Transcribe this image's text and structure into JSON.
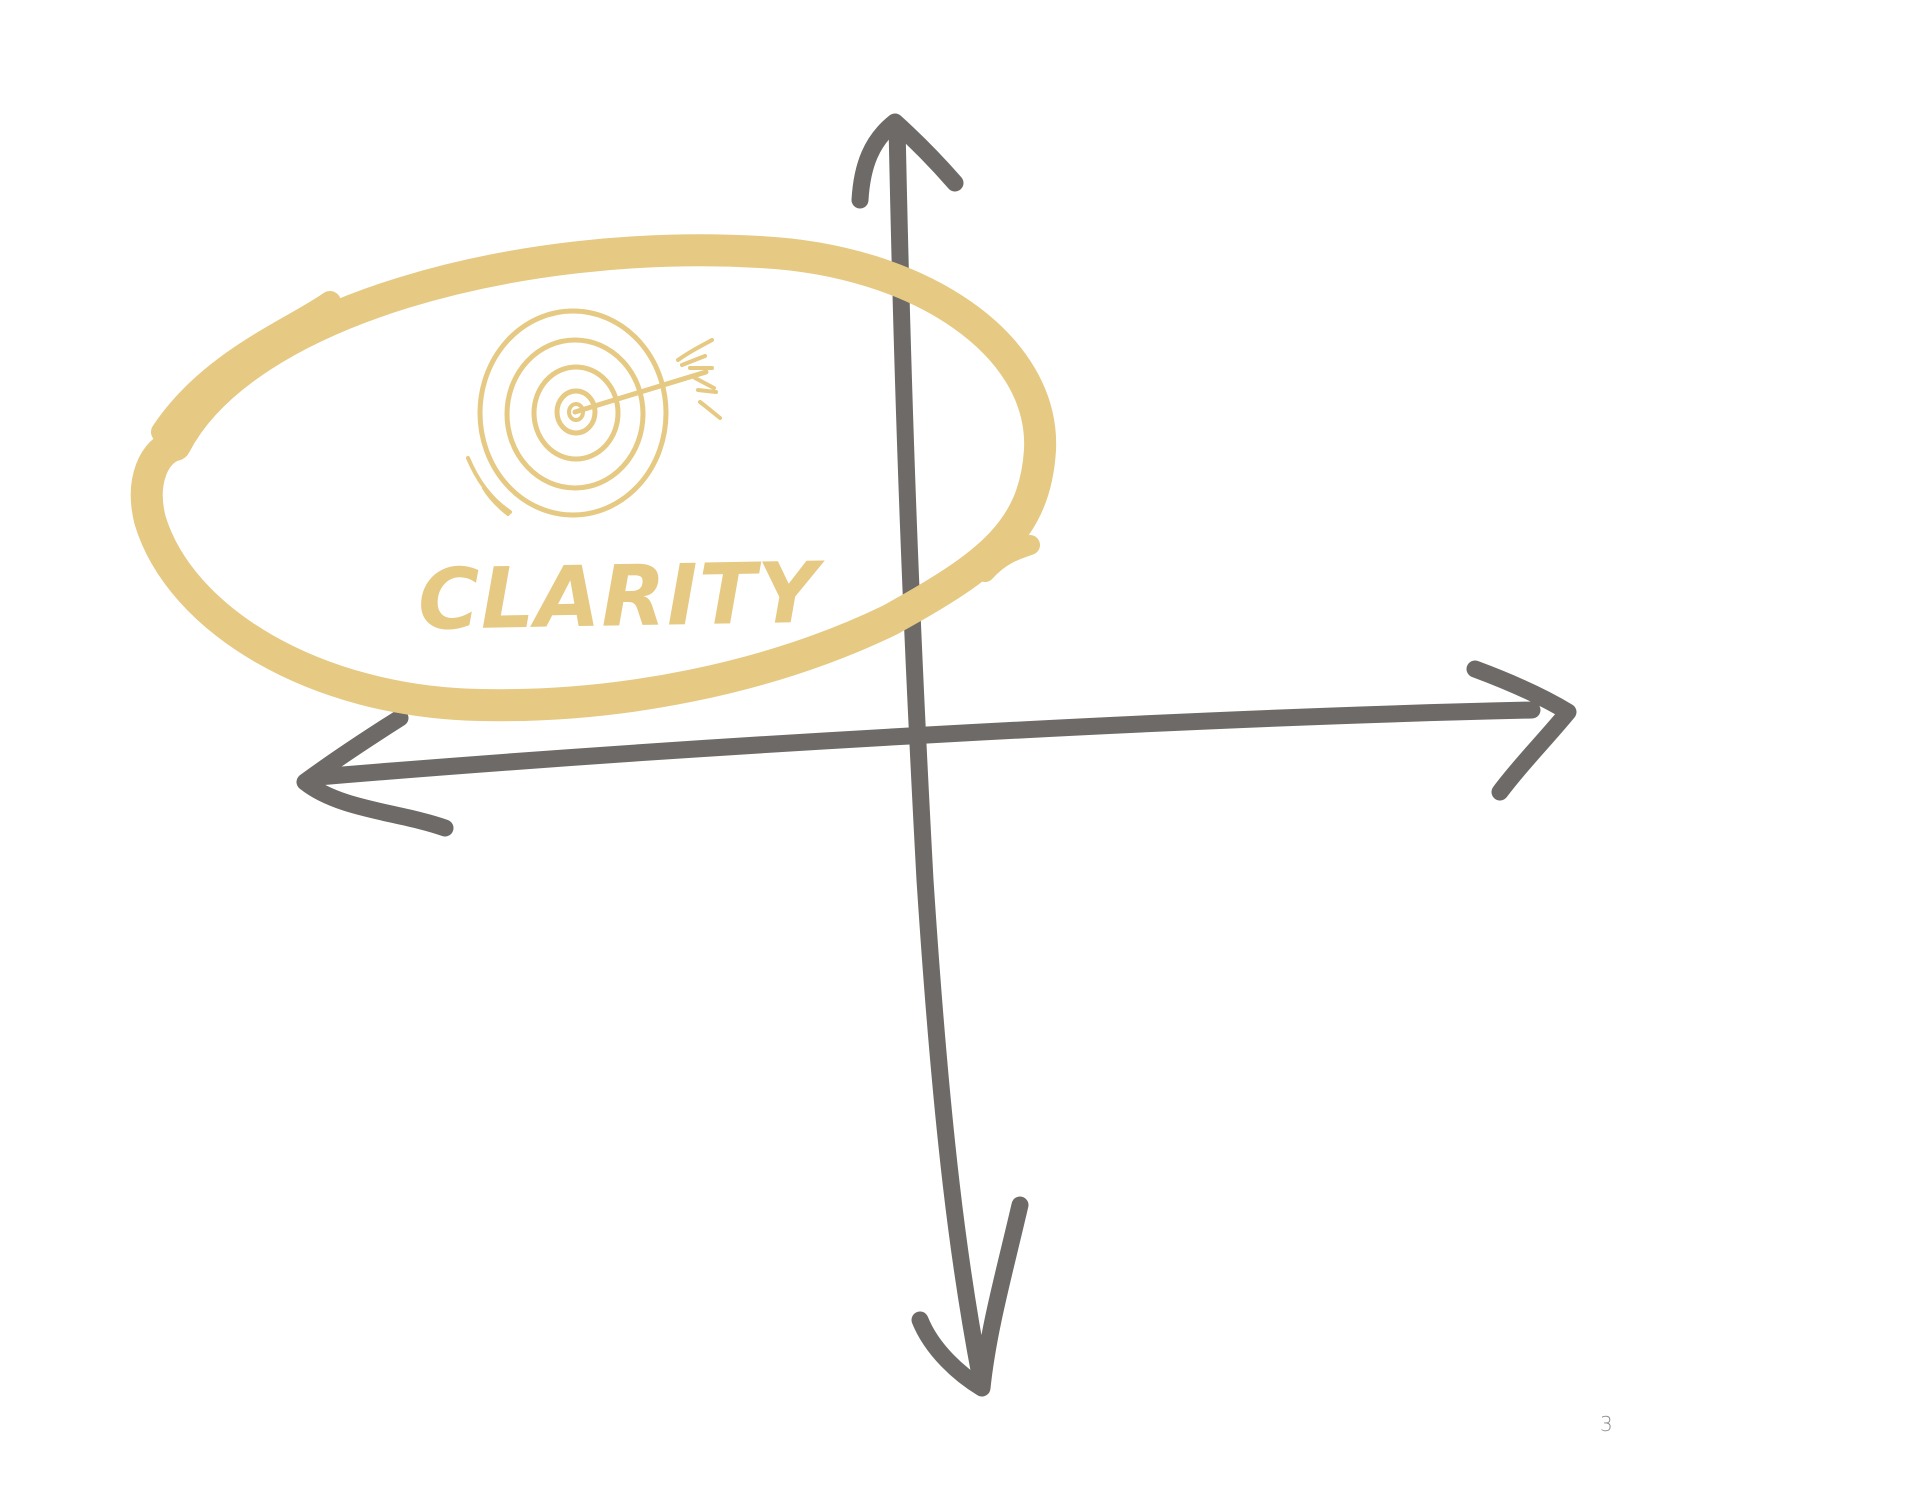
{
  "diagram": {
    "highlight_label": "CLARITY",
    "highlight_icon": "target-with-arrow-icon",
    "axes_icon": "hand-drawn-cross-axes"
  },
  "colors": {
    "axes": "#6e6a67",
    "highlight": "#e6c982",
    "background": "#ffffff",
    "page_number": "#8a8a8a"
  },
  "page": {
    "number": "3"
  }
}
